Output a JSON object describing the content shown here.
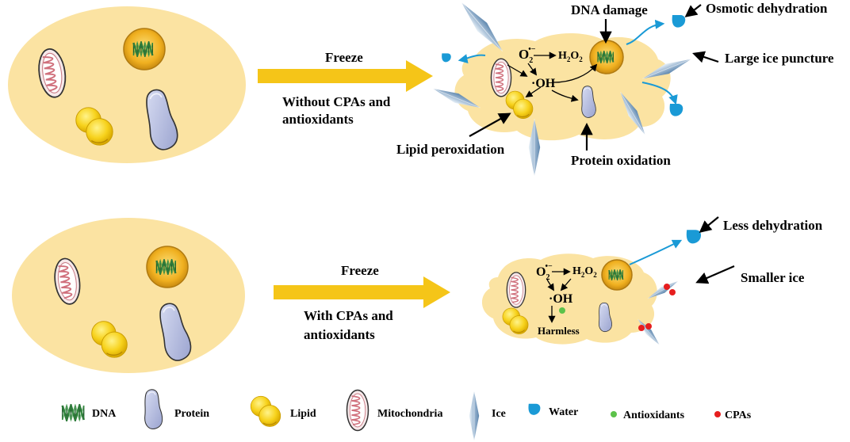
{
  "top_row": {
    "arrow_label_1": "Freeze",
    "arrow_label_2": "Without CPAs and",
    "arrow_label_3": "antioxidants",
    "ros": {
      "superoxide_base": "O",
      "superoxide_sub": "2",
      "superoxide_sup": "•−",
      "h2o2_1": "H",
      "h2o2_sub1": "2",
      "h2o2_2": "O",
      "h2o2_sub2": "2",
      "hydroxyl": "·OH"
    },
    "callouts": {
      "dna_damage": "DNA damage",
      "osmotic": "Osmotic dehydration",
      "ice_puncture": "Large ice puncture",
      "lipid_perox": "Lipid peroxidation",
      "protein_ox": "Protein oxidation"
    }
  },
  "bottom_row": {
    "arrow_label_1": "Freeze",
    "arrow_label_2": "With CPAs and",
    "arrow_label_3": "antioxidants",
    "ros": {
      "superoxide_base": "O",
      "superoxide_sub": "2",
      "superoxide_sup": "•−",
      "h2o2_1": "H",
      "h2o2_sub1": "2",
      "h2o2_2": "O",
      "h2o2_sub2": "2",
      "hydroxyl": "·OH",
      "harmless": "Harmless"
    },
    "callouts": {
      "less_dehydration": "Less dehydration",
      "smaller_ice": "Smaller ice"
    }
  },
  "legend": {
    "dna": "DNA",
    "protein": "Protein",
    "lipid": "Lipid",
    "mitochondria": "Mitochondria",
    "ice": "Ice",
    "water": "Water",
    "antioxidants": "Antioxidants",
    "cpas": "CPAs"
  },
  "colors": {
    "cell": "#fbe3a2",
    "arrow": "#f5c518",
    "water": "#1a9ad6",
    "antioxidant": "#5cc24a",
    "cpa": "#e61e1e",
    "protein": "#b7bfe0",
    "lipid": "#f7d21c"
  }
}
